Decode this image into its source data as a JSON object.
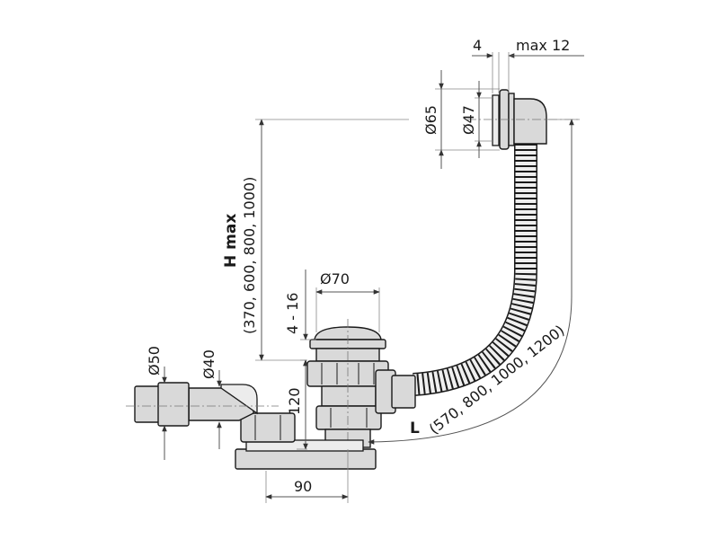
{
  "labels": {
    "dim_4": "4",
    "dim_max12": "max 12",
    "dim_d65": "Ø65",
    "dim_d47": "Ø47",
    "h_max": "H max",
    "h_values": "(370, 600, 800, 1000)",
    "dim_4_16": "4 - 16",
    "dim_d70": "Ø70",
    "dim_d50": "Ø50",
    "dim_d40": "Ø40",
    "dim_120": "120",
    "dim_90": "90",
    "l_letter": "L",
    "l_values": "(570, 800, 1000, 1200)"
  },
  "colors": {
    "line": "#1a1a1a",
    "part_fill": "#d9d9d9",
    "dimension": "#555555"
  }
}
